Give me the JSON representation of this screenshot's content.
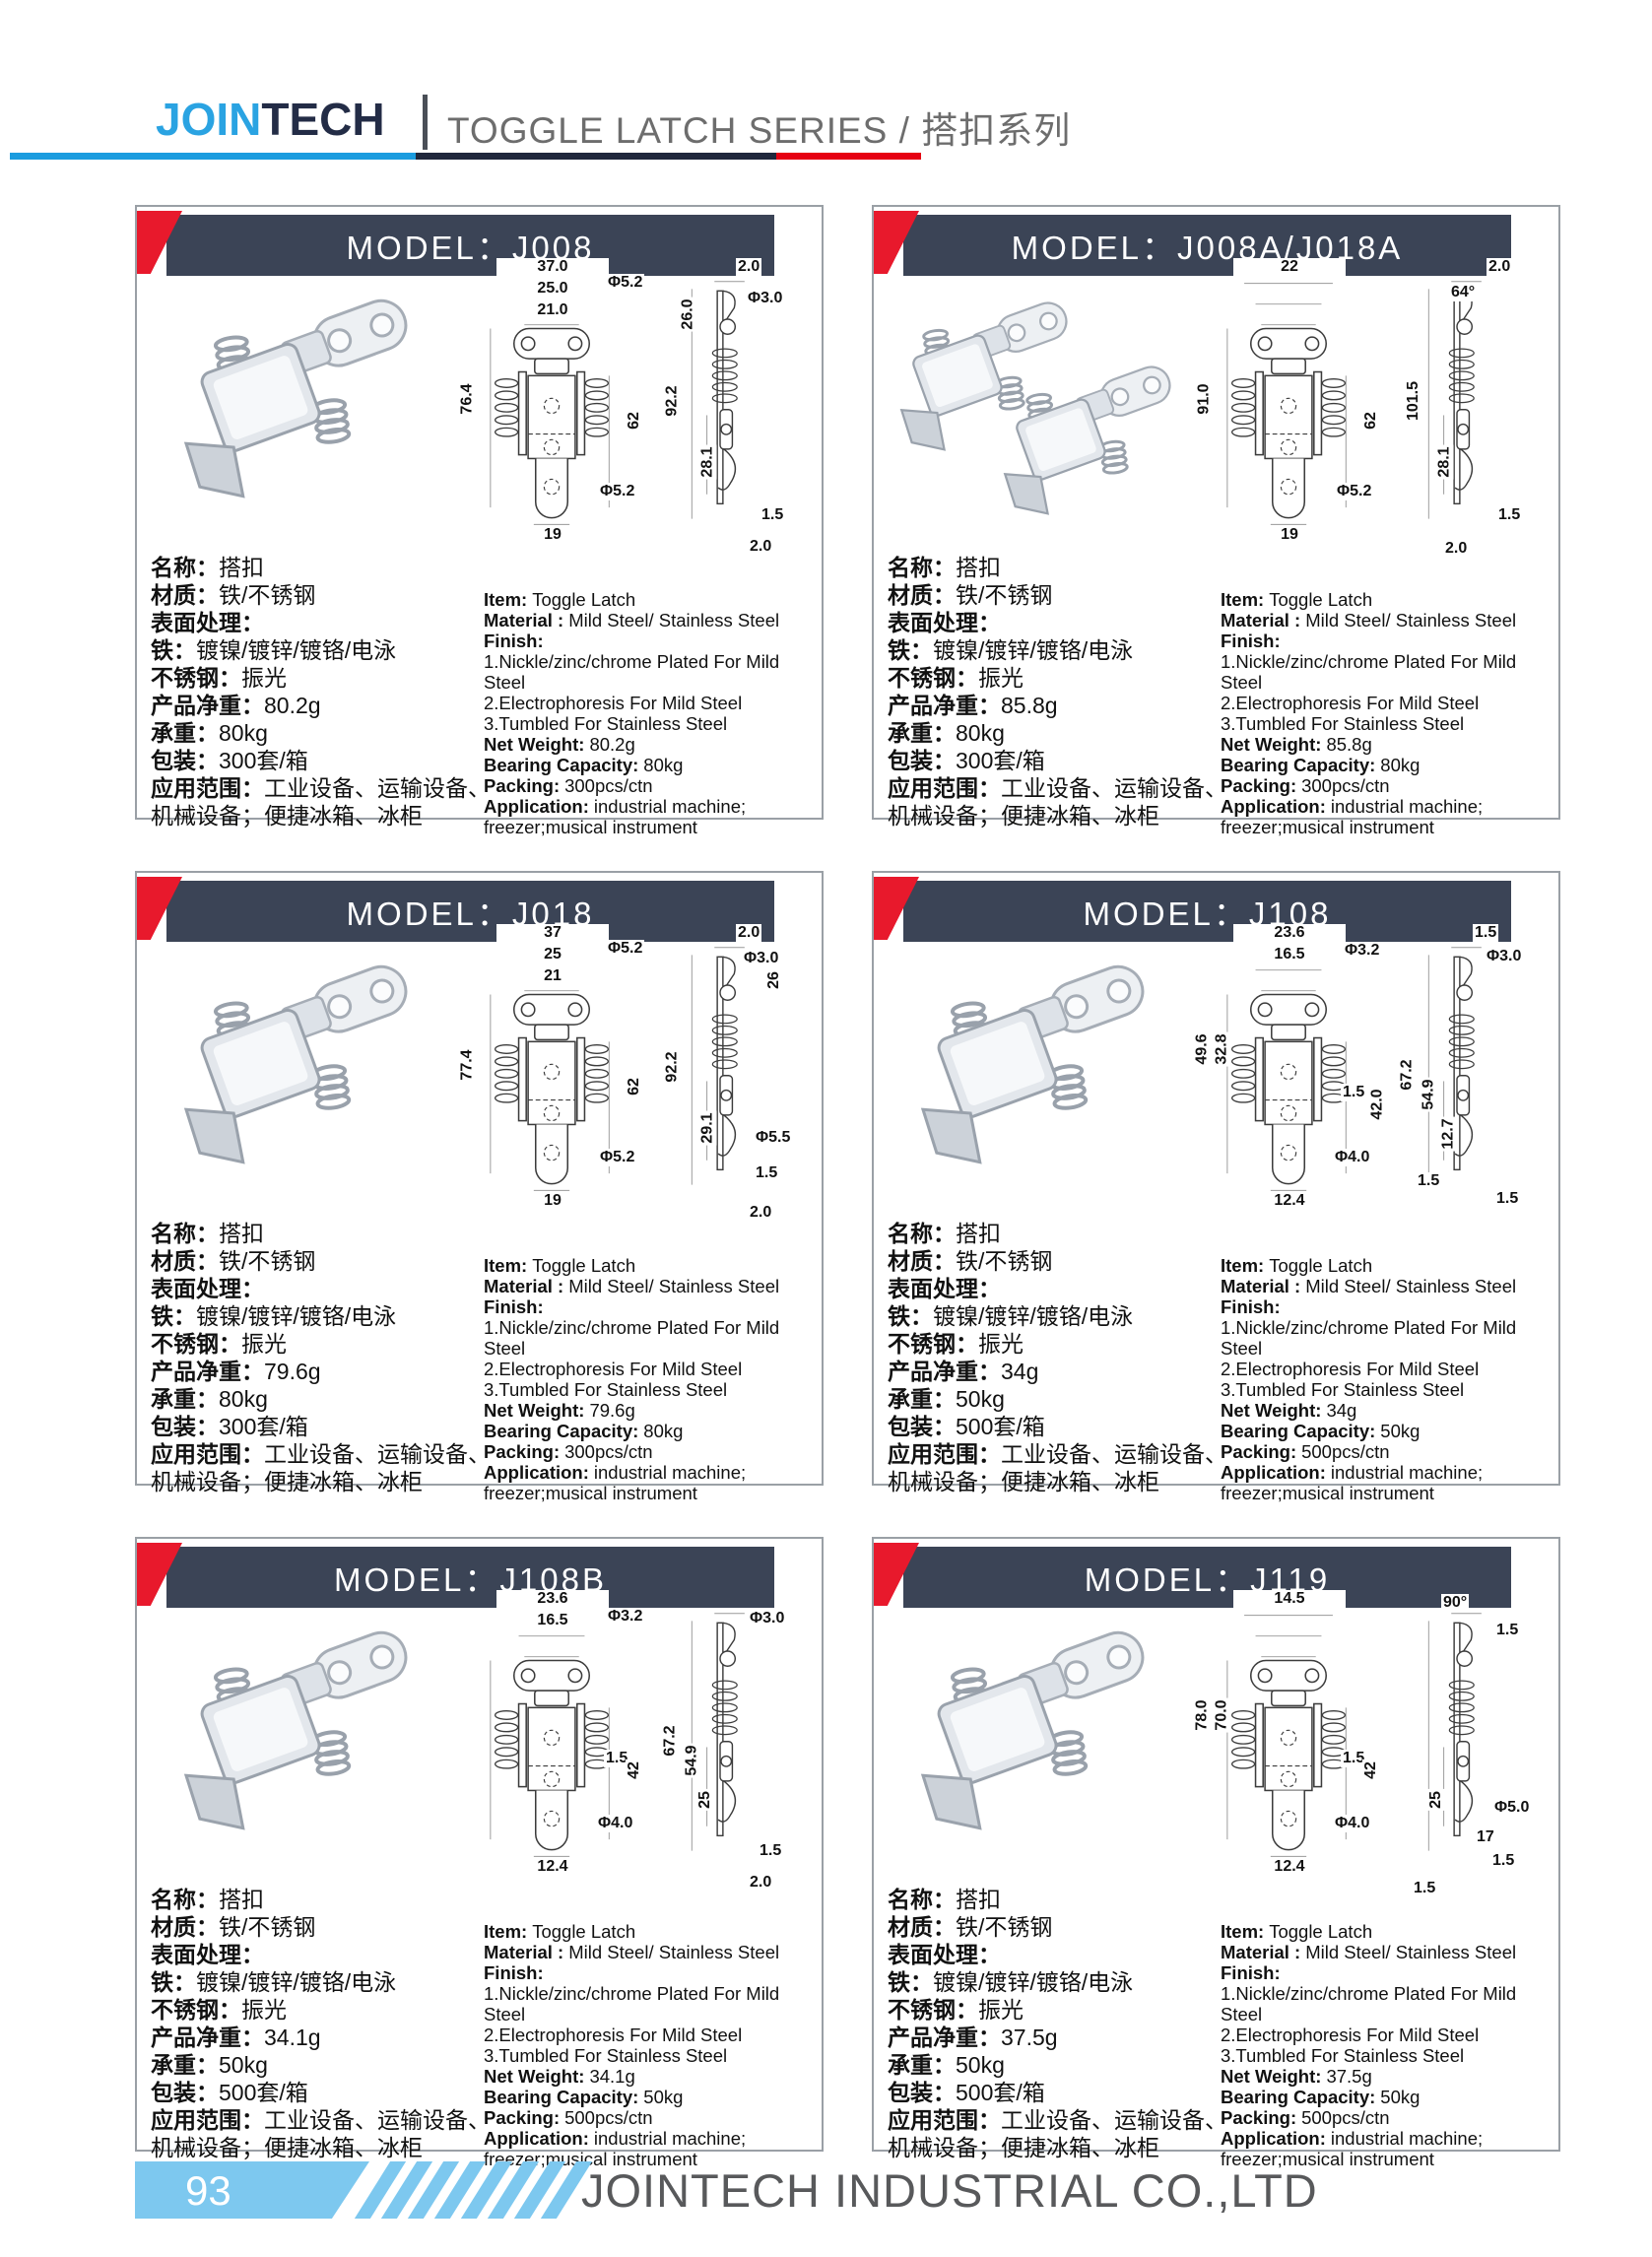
{
  "header": {
    "logo_join": "JOIN",
    "logo_tech": "TECH",
    "series_title": "TOGGLE LATCH SERIES / 搭扣系列"
  },
  "footer": {
    "page_number": "93",
    "company": "JOINTECH INDUSTRIAL CO.,LTD"
  },
  "colors": {
    "brand_blue": "#2aa3e2",
    "logo_navy": "#232c46",
    "underline_blue": "#1b9cdf",
    "underline_dark": "#20283c",
    "underline_red": "#e60012",
    "ribbon_red": "#e8192c",
    "model_bar_slate": "#3b4456",
    "footer_blue": "#7dc8ef",
    "series_title_gray": "#6d6d6d",
    "company_gray": "#58595b"
  },
  "cards": [
    {
      "model": "MODEL：J008",
      "cn": [
        {
          "l": "名称：",
          "v": "搭扣"
        },
        {
          "l": "材质：",
          "v": "铁/不锈钢"
        },
        {
          "l": "表面处理：",
          "v": ""
        },
        {
          "l": "铁：",
          "v": "镀镍/镀锌/镀铬/电泳"
        },
        {
          "l": "不锈钢：",
          "v": "振光"
        },
        {
          "l": "产品净重：",
          "v": "80.2g"
        },
        {
          "l": "承重：",
          "v": "80kg"
        },
        {
          "l": "包装：",
          "v": "300套/箱"
        },
        {
          "l": "应用范围：",
          "v": "工业设备、运输设备、机械设备；便捷冰箱、冰柜"
        }
      ],
      "en": [
        {
          "l": "Item:",
          "v": "Toggle Latch"
        },
        {
          "l": "Material :",
          "v": "Mild Steel/ Stainless Steel"
        },
        {
          "l": "Finish:",
          "v": ""
        },
        {
          "l": "",
          "v": "1.Nickle/zinc/chrome Plated For Mild Steel"
        },
        {
          "l": "",
          "v": "2.Electrophoresis For Mild Steel"
        },
        {
          "l": "",
          "v": "3.Tumbled For Stainless Steel"
        },
        {
          "l": "Net Weight:",
          "v": "80.2g"
        },
        {
          "l": "Bearing Capacity:",
          "v": "80kg"
        },
        {
          "l": "Packing:",
          "v": "300pcs/ctn"
        },
        {
          "l": "Application:",
          "v": "industrial machine; freezer;musical instrument"
        }
      ],
      "dims": [
        "37.0",
        "25.0",
        "Φ5.2",
        "21.0",
        "76.4",
        "62",
        "Φ5.2",
        "19",
        "2.0",
        "26.0",
        "Φ3.0",
        "92.2",
        "28.1",
        "1.5",
        "2.0"
      ]
    },
    {
      "model": "MODEL：J008A/J018A",
      "cn": [
        {
          "l": "名称：",
          "v": "搭扣"
        },
        {
          "l": "材质：",
          "v": "铁/不锈钢"
        },
        {
          "l": "表面处理：",
          "v": ""
        },
        {
          "l": "铁：",
          "v": "镀镍/镀锌/镀铬/电泳"
        },
        {
          "l": "不锈钢：",
          "v": "振光"
        },
        {
          "l": "产品净重：",
          "v": "85.8g"
        },
        {
          "l": "承重：",
          "v": "80kg"
        },
        {
          "l": "包装：",
          "v": "300套/箱"
        },
        {
          "l": "应用范围：",
          "v": "工业设备、运输设备、机械设备；便捷冰箱、冰柜"
        }
      ],
      "en": [
        {
          "l": "Item:",
          "v": "Toggle Latch"
        },
        {
          "l": "Material :",
          "v": "Mild Steel/ Stainless Steel"
        },
        {
          "l": "Finish:",
          "v": ""
        },
        {
          "l": "",
          "v": "1.Nickle/zinc/chrome Plated For Mild Steel"
        },
        {
          "l": "",
          "v": "2.Electrophoresis For Mild Steel"
        },
        {
          "l": "",
          "v": "3.Tumbled For Stainless Steel"
        },
        {
          "l": "Net Weight:",
          "v": "85.8g"
        },
        {
          "l": "Bearing Capacity:",
          "v": "80kg"
        },
        {
          "l": "Packing:",
          "v": "300pcs/ctn"
        },
        {
          "l": "Application:",
          "v": "industrial machine; freezer;musical instrument"
        }
      ],
      "dims": [
        "22",
        "91.0",
        "62",
        "Φ5.2",
        "19",
        "2.0",
        "64°",
        "101.5",
        "28.1",
        "1.5",
        "2.0"
      ]
    },
    {
      "model": "MODEL：J018",
      "cn": [
        {
          "l": "名称：",
          "v": "搭扣"
        },
        {
          "l": "材质：",
          "v": "铁/不锈钢"
        },
        {
          "l": "表面处理：",
          "v": ""
        },
        {
          "l": "铁：",
          "v": "镀镍/镀锌/镀铬/电泳"
        },
        {
          "l": "不锈钢：",
          "v": "振光"
        },
        {
          "l": "产品净重：",
          "v": "79.6g"
        },
        {
          "l": "承重：",
          "v": "80kg"
        },
        {
          "l": "包装：",
          "v": "300套/箱"
        },
        {
          "l": "应用范围：",
          "v": "工业设备、运输设备、机械设备；便捷冰箱、冰柜"
        }
      ],
      "en": [
        {
          "l": "Item:",
          "v": "Toggle Latch"
        },
        {
          "l": "Material :",
          "v": "Mild Steel/ Stainless Steel"
        },
        {
          "l": "Finish:",
          "v": ""
        },
        {
          "l": "",
          "v": "1.Nickle/zinc/chrome Plated For Mild Steel"
        },
        {
          "l": "",
          "v": "2.Electrophoresis For Mild Steel"
        },
        {
          "l": "",
          "v": "3.Tumbled For Stainless Steel"
        },
        {
          "l": "Net Weight:",
          "v": "79.6g"
        },
        {
          "l": "Bearing Capacity:",
          "v": "80kg"
        },
        {
          "l": "Packing:",
          "v": "300pcs/ctn"
        },
        {
          "l": "Application:",
          "v": "industrial machine; freezer;musical instrument"
        }
      ],
      "dims": [
        "37",
        "25",
        "Φ5.2",
        "21",
        "77.4",
        "62",
        "Φ5.2",
        "19",
        "2.0",
        "Φ3.0",
        "26",
        "92.2",
        "29.1",
        "Φ5.5",
        "1.5",
        "2.0"
      ]
    },
    {
      "model": "MODEL：J108",
      "cn": [
        {
          "l": "名称：",
          "v": "搭扣"
        },
        {
          "l": "材质：",
          "v": "铁/不锈钢"
        },
        {
          "l": "表面处理：",
          "v": ""
        },
        {
          "l": "铁：",
          "v": "镀镍/镀锌/镀铬/电泳"
        },
        {
          "l": "不锈钢：",
          "v": "振光"
        },
        {
          "l": "产品净重：",
          "v": "34g"
        },
        {
          "l": "承重：",
          "v": "50kg"
        },
        {
          "l": "包装：",
          "v": "500套/箱"
        },
        {
          "l": "应用范围：",
          "v": "工业设备、运输设备、机械设备；便捷冰箱、冰柜"
        }
      ],
      "en": [
        {
          "l": "Item:",
          "v": "Toggle Latch"
        },
        {
          "l": "Material :",
          "v": "Mild Steel/ Stainless Steel"
        },
        {
          "l": "Finish:",
          "v": ""
        },
        {
          "l": "",
          "v": "1.Nickle/zinc/chrome Plated For Mild Steel"
        },
        {
          "l": "",
          "v": "2.Electrophoresis For Mild Steel"
        },
        {
          "l": "",
          "v": "3.Tumbled For Stainless Steel"
        },
        {
          "l": "Net Weight:",
          "v": "34g"
        },
        {
          "l": "Bearing Capacity:",
          "v": "50kg"
        },
        {
          "l": "Packing:",
          "v": "500pcs/ctn"
        },
        {
          "l": "Application:",
          "v": "industrial machine; freezer;musical instrument"
        }
      ],
      "dims": [
        "23.6",
        "16.5",
        "Φ3.2",
        "49.6",
        "32.8",
        "1.5",
        "42.0",
        "Φ4.0",
        "12.4",
        "1.5",
        "Φ3.0",
        "67.2",
        "54.9",
        "12.7",
        "1.5",
        "1.5"
      ]
    },
    {
      "model": "MODEL：J108B",
      "cn": [
        {
          "l": "名称：",
          "v": "搭扣"
        },
        {
          "l": "材质：",
          "v": "铁/不锈钢"
        },
        {
          "l": "表面处理：",
          "v": ""
        },
        {
          "l": "铁：",
          "v": "镀镍/镀锌/镀铬/电泳"
        },
        {
          "l": "不锈钢：",
          "v": "振光"
        },
        {
          "l": "产品净重：",
          "v": "34.1g"
        },
        {
          "l": "承重：",
          "v": "50kg"
        },
        {
          "l": "包装：",
          "v": "500套/箱"
        },
        {
          "l": "应用范围：",
          "v": "工业设备、运输设备、机械设备；便捷冰箱、冰柜"
        }
      ],
      "en": [
        {
          "l": "Item:",
          "v": "Toggle Latch"
        },
        {
          "l": "Material :",
          "v": "Mild Steel/ Stainless Steel"
        },
        {
          "l": "Finish:",
          "v": ""
        },
        {
          "l": "",
          "v": "1.Nickle/zinc/chrome Plated For Mild Steel"
        },
        {
          "l": "",
          "v": "2.Electrophoresis For Mild Steel"
        },
        {
          "l": "",
          "v": "3.Tumbled For Stainless Steel"
        },
        {
          "l": "Net Weight:",
          "v": "34.1g"
        },
        {
          "l": "Bearing Capacity:",
          "v": "50kg"
        },
        {
          "l": "Packing:",
          "v": "500pcs/ctn"
        },
        {
          "l": "Application:",
          "v": "industrial machine; freezer;musical instrument"
        }
      ],
      "dims": [
        "23.6",
        "16.5",
        "Φ3.2",
        "1.5",
        "42",
        "Φ4.0",
        "12.4",
        "Φ3.0",
        "67.2",
        "54.9",
        "25",
        "1.5",
        "2.0"
      ]
    },
    {
      "model": "MODEL：J119",
      "cn": [
        {
          "l": "名称：",
          "v": "搭扣"
        },
        {
          "l": "材质：",
          "v": "铁/不锈钢"
        },
        {
          "l": "表面处理：",
          "v": ""
        },
        {
          "l": "铁：",
          "v": "镀镍/镀锌/镀铬/电泳"
        },
        {
          "l": "不锈钢：",
          "v": "振光"
        },
        {
          "l": "产品净重：",
          "v": "37.5g"
        },
        {
          "l": "承重：",
          "v": "50kg"
        },
        {
          "l": "包装：",
          "v": "500套/箱"
        },
        {
          "l": "应用范围：",
          "v": "工业设备、运输设备、机械设备；便捷冰箱、冰柜"
        }
      ],
      "en": [
        {
          "l": "Item:",
          "v": "Toggle Latch"
        },
        {
          "l": "Material :",
          "v": "Mild Steel/ Stainless Steel"
        },
        {
          "l": "Finish:",
          "v": ""
        },
        {
          "l": "",
          "v": "1.Nickle/zinc/chrome Plated For Mild Steel"
        },
        {
          "l": "",
          "v": "2.Electrophoresis For Mild Steel"
        },
        {
          "l": "",
          "v": "3.Tumbled For Stainless Steel"
        },
        {
          "l": "Net Weight:",
          "v": "37.5g"
        },
        {
          "l": "Bearing Capacity:",
          "v": "50kg"
        },
        {
          "l": "Packing:",
          "v": "500pcs/ctn"
        },
        {
          "l": "Application:",
          "v": "industrial machine; freezer;musical instrument"
        }
      ],
      "dims": [
        "14.5",
        "78.0",
        "70.0",
        "1.5",
        "42",
        "Φ4.0",
        "12.4",
        "90°",
        "1.5",
        "25",
        "Φ5.0",
        "17",
        "1.5",
        "1.5"
      ]
    }
  ]
}
